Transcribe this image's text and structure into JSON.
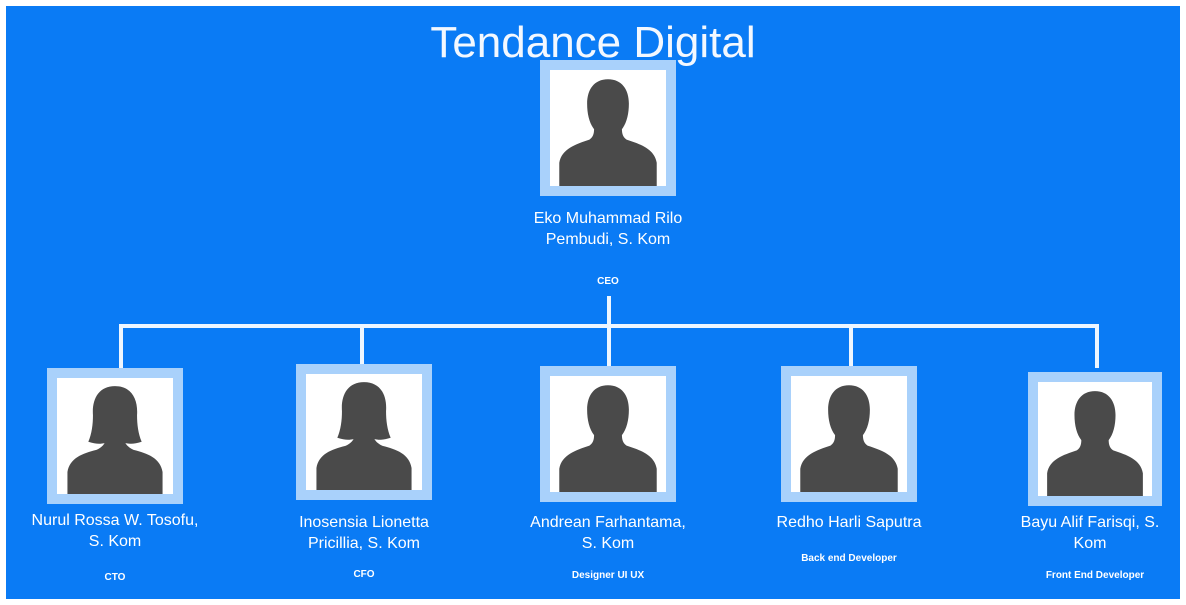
{
  "title": "Tendance Digital",
  "colors": {
    "background": "#0a7bf5",
    "frame": "#a9d1fb",
    "silhouette": "#4a4a4a",
    "text": "#ffffff"
  },
  "ceo": {
    "name": "Eko Muhammad Rilo\nPembudi, S. Kom",
    "role": "CEO",
    "icon": "male-silhouette-icon"
  },
  "members": [
    {
      "name": "Nurul Rossa W. Tosofu,\nS. Kom",
      "role": "CTO",
      "icon": "female-silhouette-icon"
    },
    {
      "name": "Inosensia Lionetta\nPricillia, S. Kom",
      "role": "CFO",
      "icon": "female-silhouette-icon"
    },
    {
      "name": "Andrean Farhantama,\nS. Kom",
      "role": "Designer UI UX",
      "icon": "male-silhouette-icon"
    },
    {
      "name": "Redho Harli Saputra",
      "role": "Back end Developer",
      "icon": "male-silhouette-icon"
    },
    {
      "name": "Bayu Alif Farisqi, S.\nKom",
      "role": "Front End Developer",
      "icon": "male-silhouette-icon"
    }
  ]
}
